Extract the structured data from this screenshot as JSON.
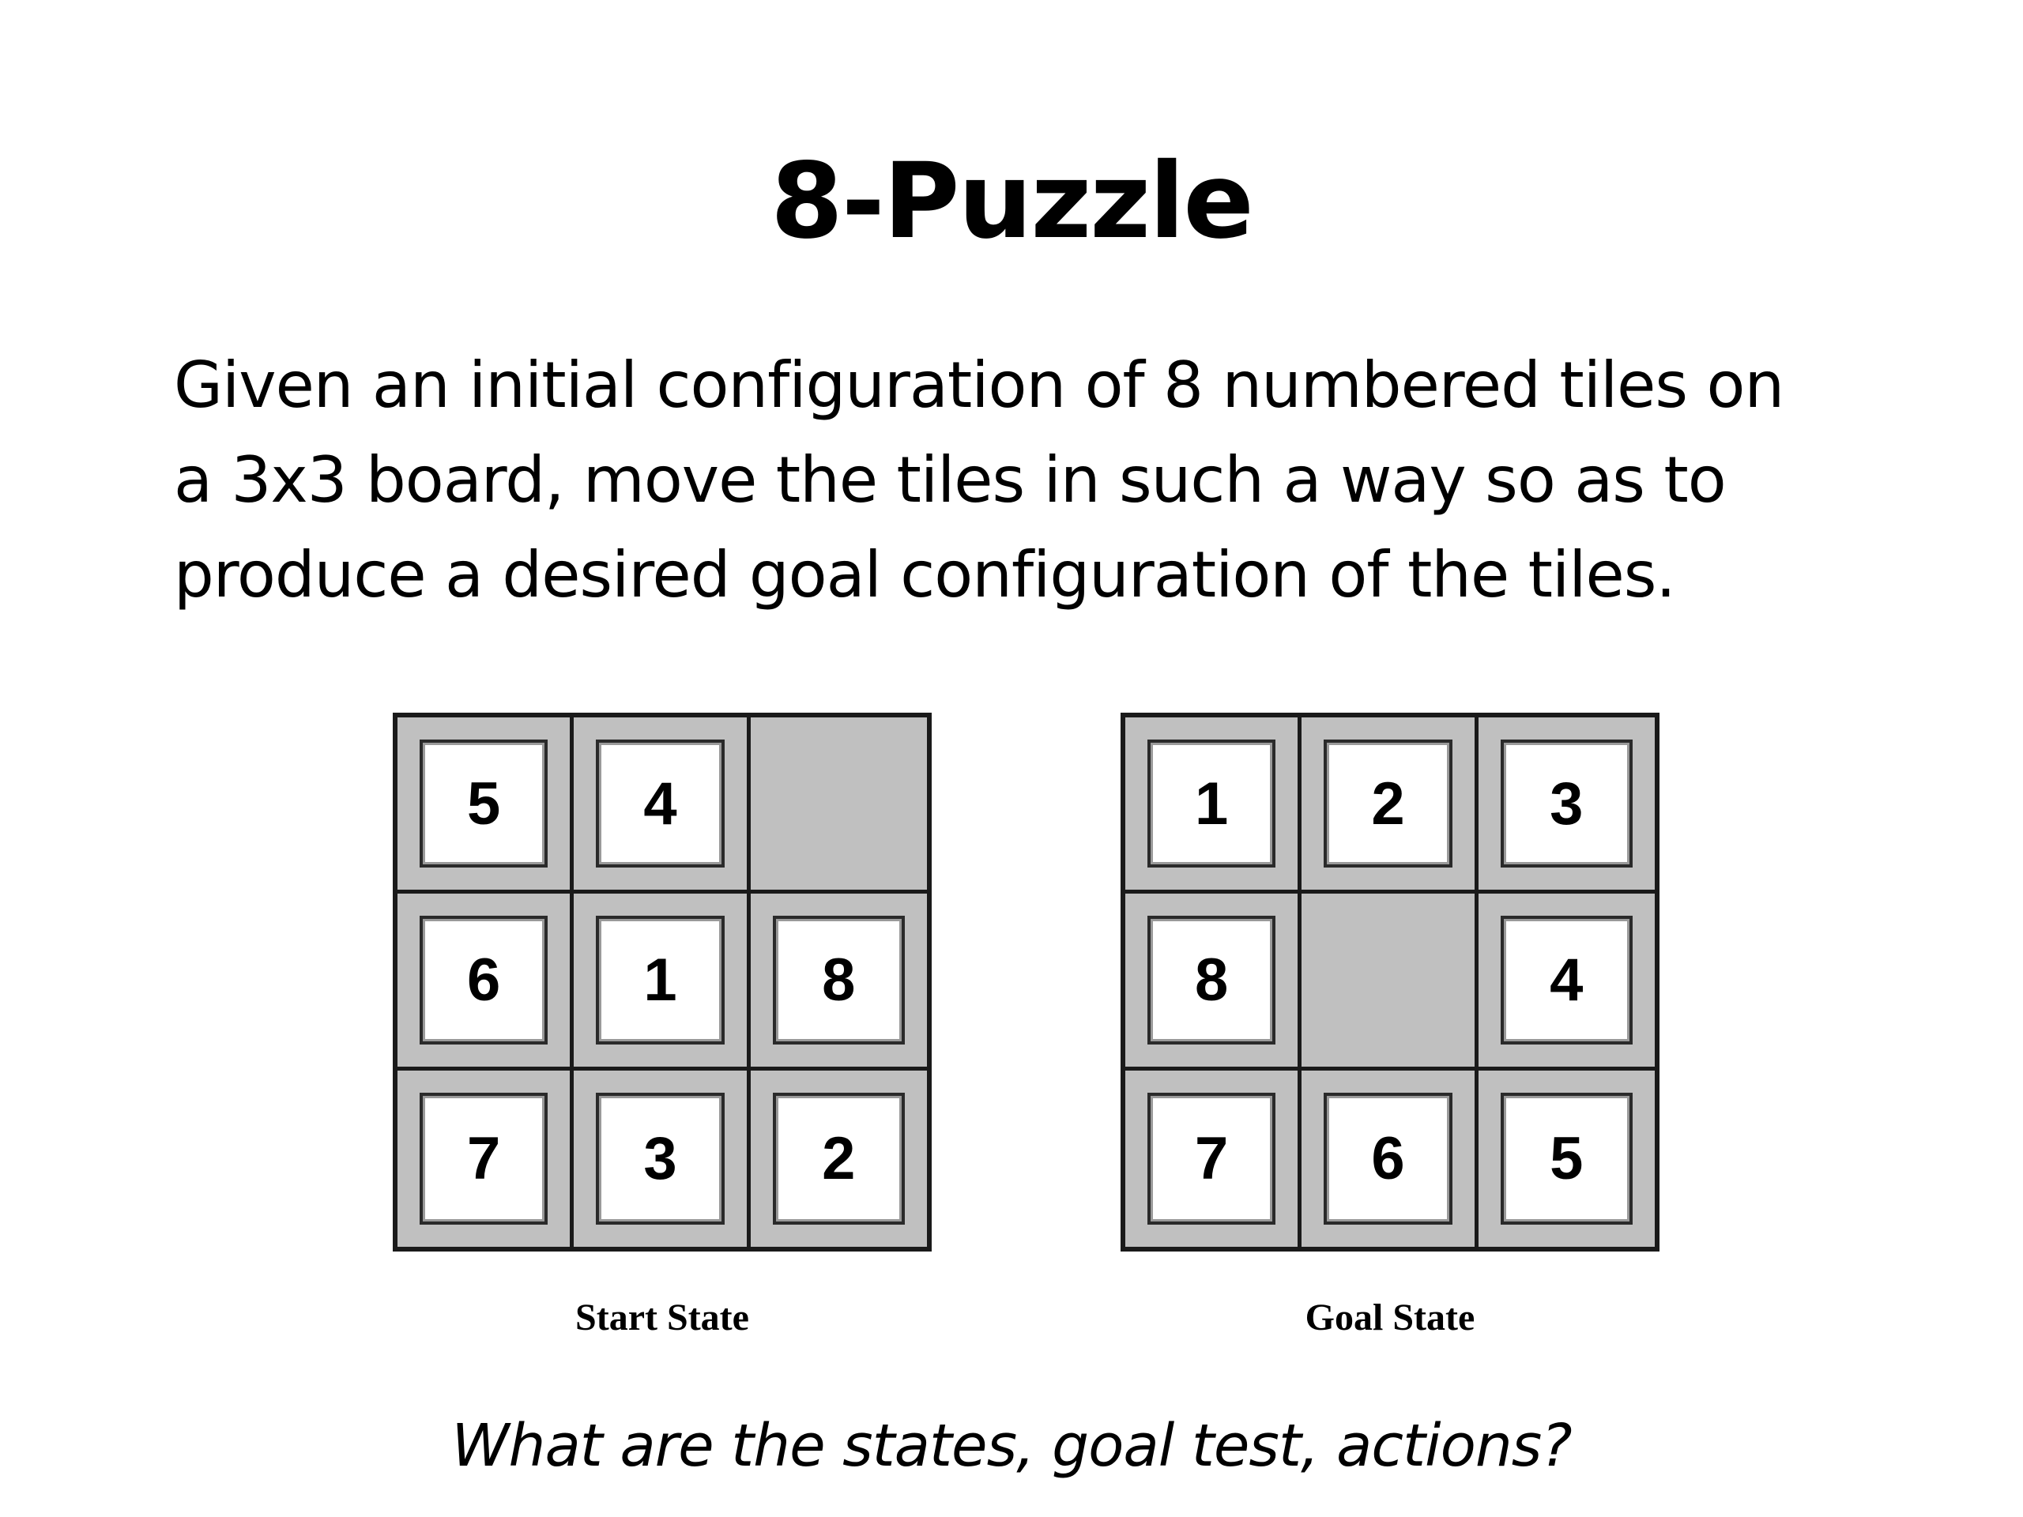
{
  "title": "8-Puzzle",
  "body_lines": [
    "Given an initial configuration of 8 numbered tiles on",
    "a 3x3 board, move the tiles in such a way so as to",
    "produce a desired goal configuration of the tiles."
  ],
  "boards": {
    "start": {
      "caption": "Start State",
      "tiles": [
        "5",
        "4",
        "",
        "6",
        "1",
        "8",
        "7",
        "3",
        "2"
      ]
    },
    "goal": {
      "caption": "Goal State",
      "tiles": [
        "1",
        "2",
        "3",
        "8",
        "",
        "4",
        "7",
        "6",
        "5"
      ]
    }
  },
  "question": "What are the states, goal test, actions?",
  "colors": {
    "board_fill": "#c0c0c0",
    "tile_fill": "#ffffff",
    "border": "#1a1a1a"
  }
}
